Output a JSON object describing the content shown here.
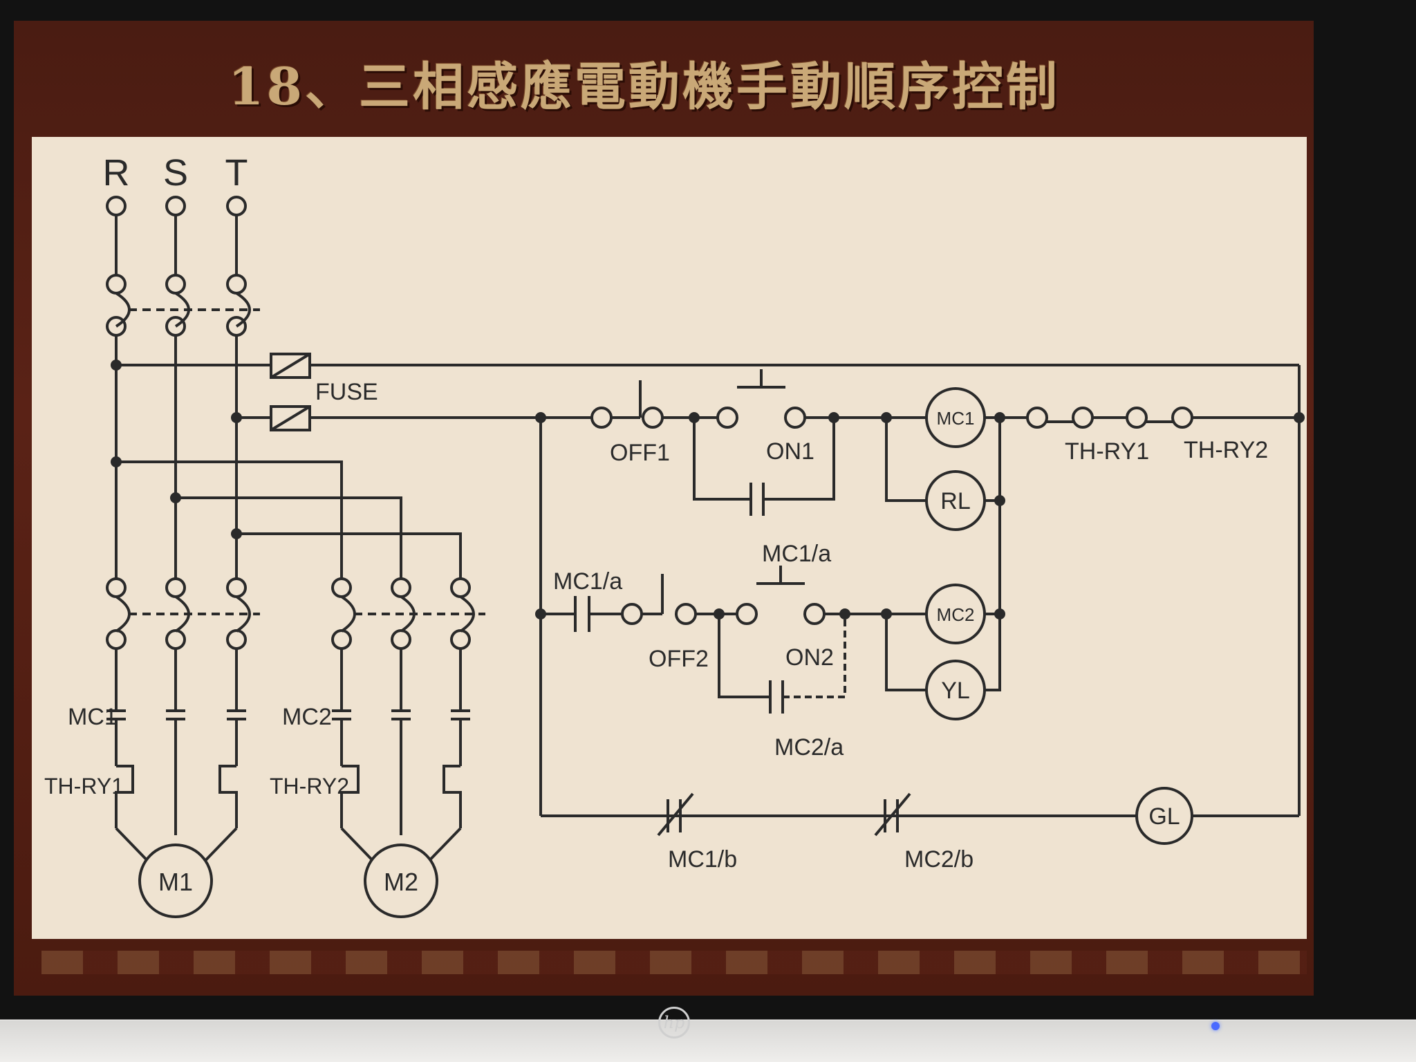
{
  "slide": {
    "title": "18、三相感應電動機手動順序控制"
  },
  "monitor": {
    "brand": "hp"
  },
  "diagram": {
    "phase_labels": [
      "R",
      "S",
      "T"
    ],
    "fuse_label": "FUSE",
    "contactor_labels": [
      "MC1",
      "MC2"
    ],
    "overload_labels": [
      "TH-RY1",
      "TH-RY2"
    ],
    "motor_labels": [
      "M1",
      "M2"
    ],
    "control": {
      "off1": "OFF1",
      "on1": "ON1",
      "mc1_a_hold": "MC1/a",
      "mc1_a_interlock": "MC1/a",
      "off2": "OFF2",
      "on2": "ON2",
      "mc2_a_hold": "MC2/a",
      "mc1_b": "MC1/b",
      "mc2_b": "MC2/b",
      "coil_mc1": "MC1",
      "coil_mc2": "MC2",
      "lamp_rl": "RL",
      "lamp_yl": "YL",
      "lamp_gl": "GL",
      "th_ry1": "TH-RY1",
      "th_ry2": "TH-RY2"
    }
  },
  "colors": {
    "slide_background": "#4a1c12",
    "title_gold": "#c9a877",
    "panel": "#efe3d1",
    "ink": "#2a2a2a"
  }
}
